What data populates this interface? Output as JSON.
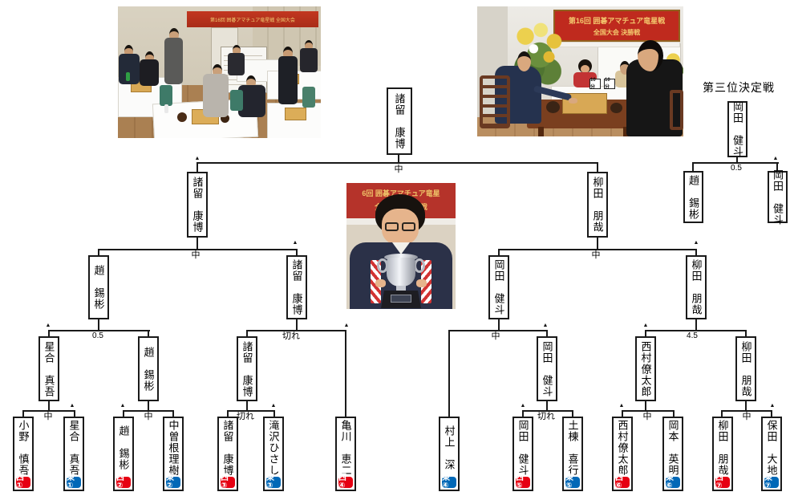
{
  "ui": {
    "marker": "▲"
  },
  "third_place": {
    "title": "第三位決定戦",
    "winner": "岡田　健斗",
    "left": "趙　錫彬",
    "right": "岡田　健斗",
    "result": "0.5"
  },
  "t": {
    "champion": "諸留　康博",
    "final_result": "中",
    "sf": [
      "諸留　康博",
      "柳田　朋哉"
    ],
    "sf_results": [
      "中",
      "中"
    ],
    "qf": [
      "趙　錫彬",
      "諸留　康博",
      "岡田　健斗",
      "柳田　朋哉"
    ],
    "qf_results": [
      "0.5",
      "切れ",
      "中",
      "4.5"
    ],
    "r2": [
      "星合　真吾",
      "趙　錫彬",
      "諸留　康博",
      "岡田　健斗",
      "西村僚太郎",
      "柳田　朋哉"
    ],
    "r1_results": [
      "中",
      "中",
      "切れ",
      "切れ",
      "中",
      "中"
    ],
    "entrants": [
      {
        "name": "小野　慎吾",
        "seed": "西①",
        "side": "west"
      },
      {
        "name": "星合　真吾",
        "seed": "東①",
        "side": "east"
      },
      {
        "name": "趙　錫彬",
        "seed": "西②",
        "side": "west"
      },
      {
        "name": "中曽根理樹",
        "seed": "東②",
        "side": "east"
      },
      {
        "name": "諸留　康博",
        "seed": "西③",
        "side": "west"
      },
      {
        "name": "滝沢ひさし",
        "seed": "東③",
        "side": "east"
      },
      {
        "name": "亀川　恵二",
        "seed": "西④",
        "side": "west"
      },
      {
        "name": "村上　深",
        "seed": "東④",
        "side": "east"
      },
      {
        "name": "岡田　健斗",
        "seed": "西⑤",
        "side": "west"
      },
      {
        "name": "土棟　喜行",
        "seed": "東⑤",
        "side": "east"
      },
      {
        "name": "西村僚太郎",
        "seed": "西⑥",
        "side": "west"
      },
      {
        "name": "岡本　英明",
        "seed": "東⑥",
        "side": "east"
      },
      {
        "name": "柳田　朋哉",
        "seed": "西⑦",
        "side": "west"
      },
      {
        "name": "保田　大地",
        "seed": "東⑦",
        "side": "east"
      }
    ]
  },
  "photos": {
    "venue": {
      "banner": "第16回 囲碁アマチュア竜星戦 全国大会"
    },
    "final_match": {
      "banner1": "第16回 囲碁アマチュア竜星戦",
      "banner2": "全国大会 決勝戦",
      "clock": "10分"
    },
    "winner": {
      "banner1": "6回 囲碁アマチュア竜星",
      "banner2": "全国大会 決勝戦"
    }
  },
  "colors": {
    "west_red": "#e60012",
    "east_blue": "#0068b7"
  }
}
